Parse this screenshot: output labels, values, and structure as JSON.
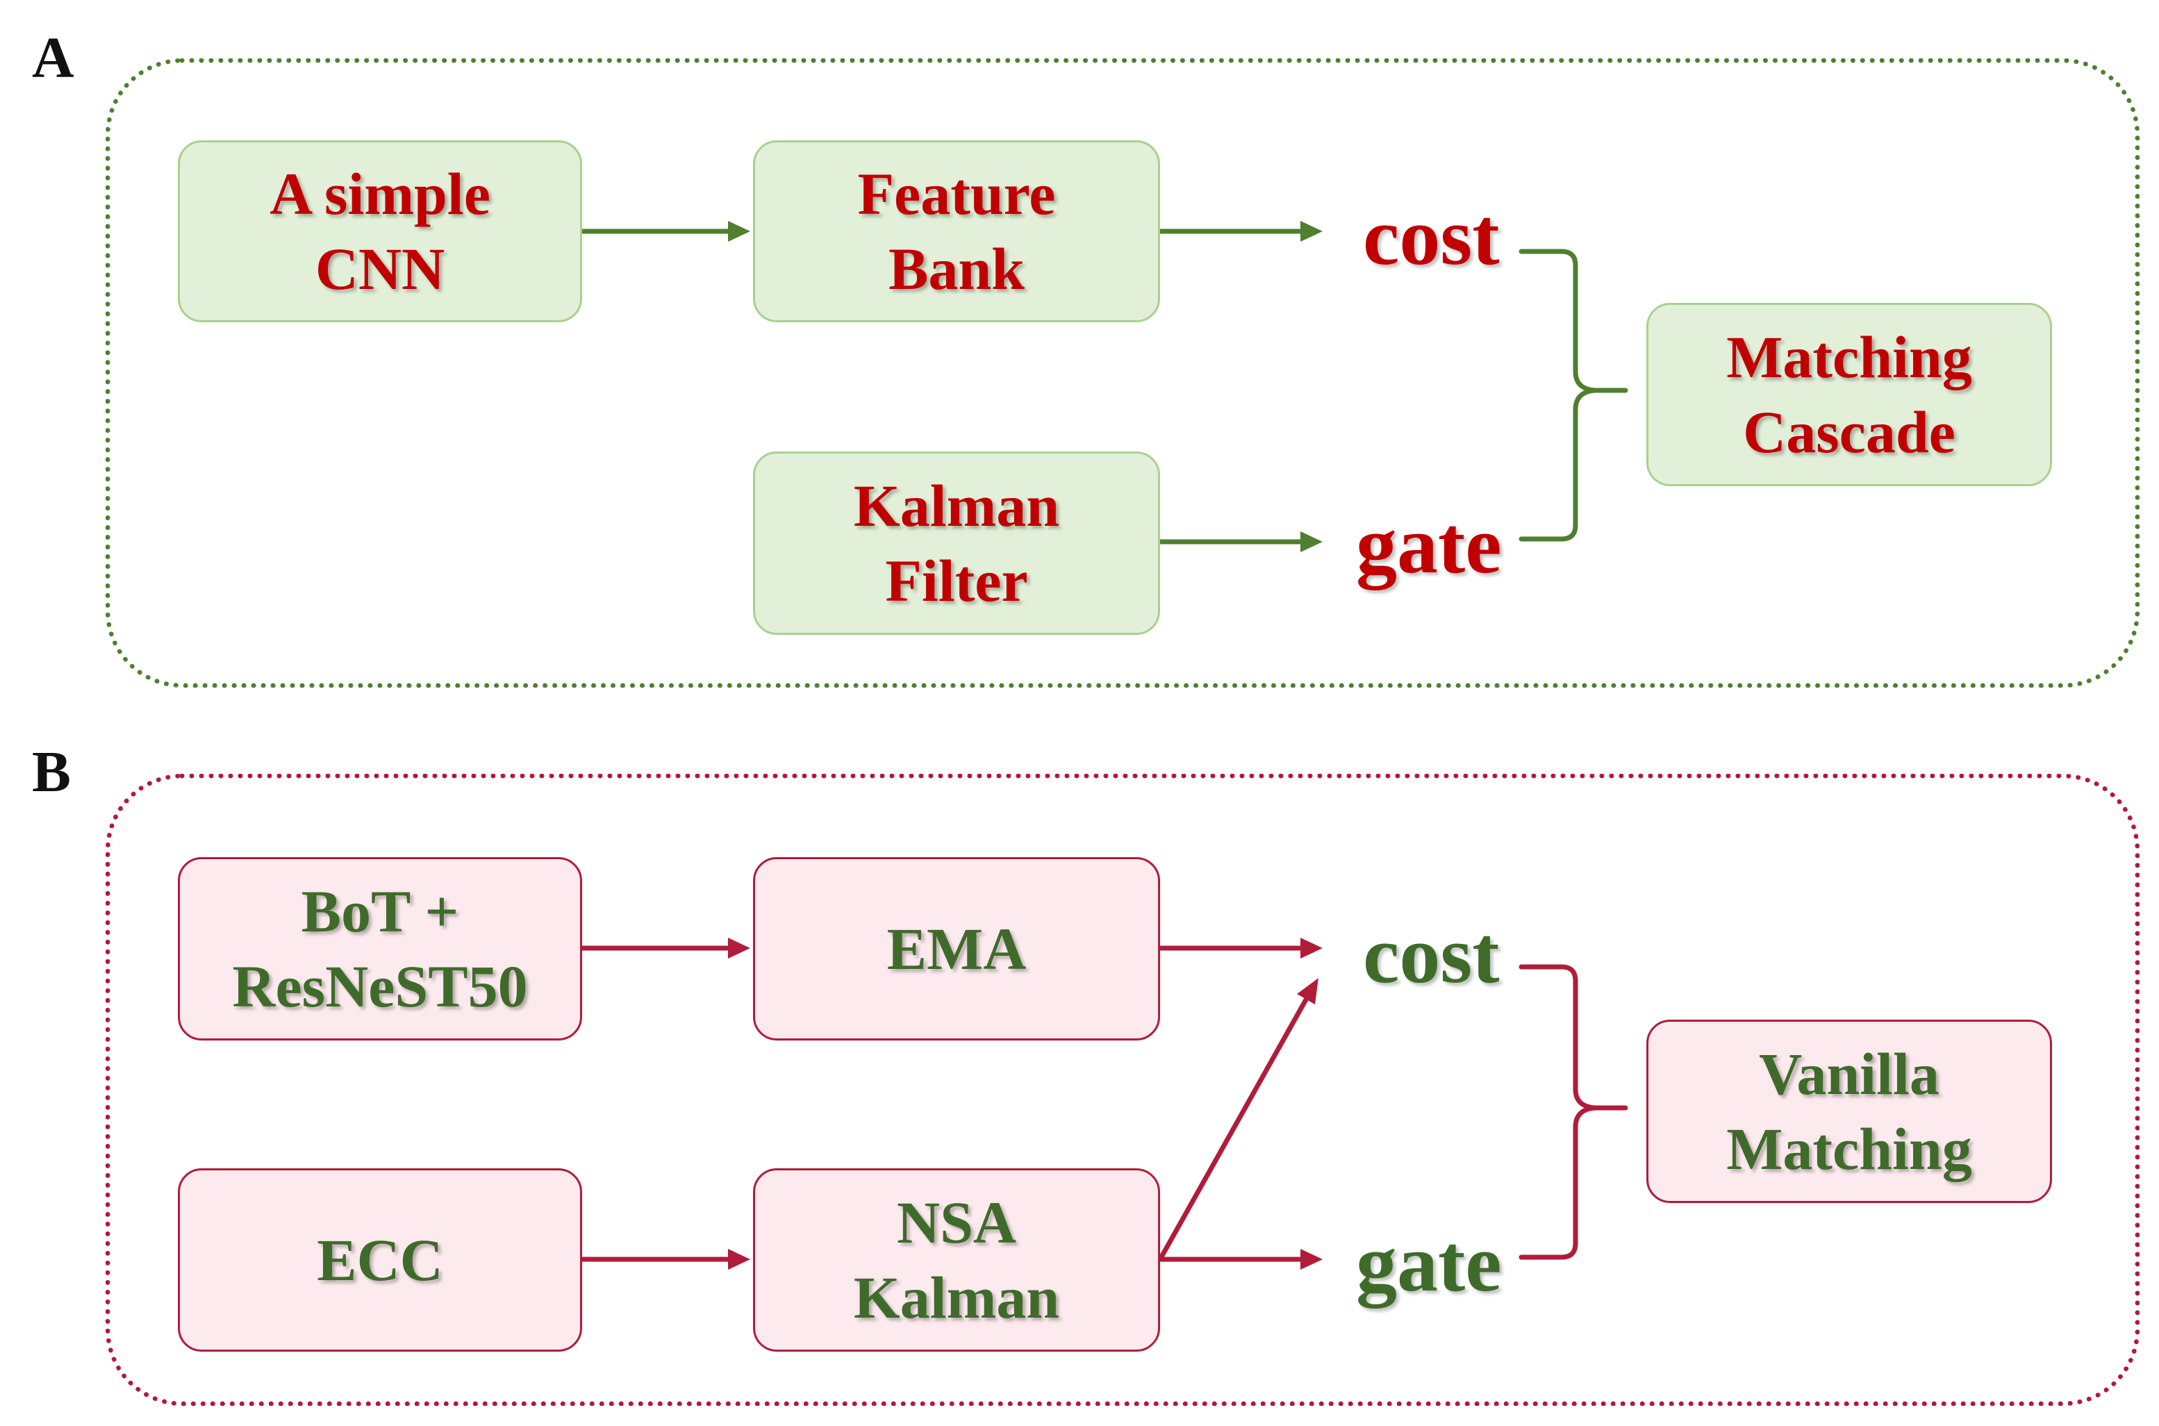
{
  "panels": {
    "a": {
      "letter": "A",
      "colors": {
        "frame": "#4f7f2f",
        "arrow": "#4f7f2f",
        "node_fill": "#e2efd9",
        "node_border": "#a9d18e",
        "text": "#c00000"
      },
      "nodes": {
        "cnn": "A simple\nCNN",
        "bank": "Feature\nBank",
        "kalman": "Kalman\nFilter",
        "matching": "Matching\nCascade"
      },
      "cost_label": "cost",
      "gate_label": "gate"
    },
    "b": {
      "letter": "B",
      "colors": {
        "frame": "#b5173a",
        "arrow": "#b01c3a",
        "node_fill": "#fdeaee",
        "node_border": "#b01c3a",
        "text": "#3f6b2a"
      },
      "nodes": {
        "reid": "BoT +\nResNeST50",
        "ema": "EMA",
        "ecc": "ECC",
        "kalman": "NSA\nKalman",
        "matching": "Vanilla\nMatching"
      },
      "cost_label": "cost",
      "gate_label": "gate"
    }
  }
}
